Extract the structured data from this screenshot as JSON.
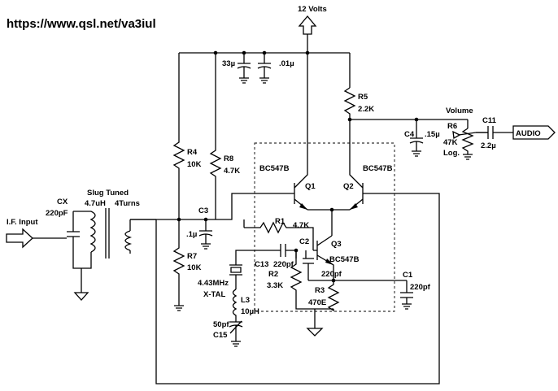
{
  "header": {
    "url": "https://www.qsl.net/va3iul"
  },
  "supply": {
    "label": "12 Volts"
  },
  "input": {
    "label": "I.F. Input"
  },
  "output": {
    "label": "AUDIO"
  },
  "transformer": {
    "ref": "CX",
    "value": "220pF",
    "note1": "Slug Tuned",
    "note2": "4.7uH",
    "note3": "4Turns"
  },
  "components": {
    "c_bulk": "33µ",
    "c_dec": ".01µ",
    "r5": {
      "ref": "R5",
      "value": "2.2K"
    },
    "volume": {
      "title": "Volume",
      "ref": "R6",
      "value": "47K",
      "taper": "Log."
    },
    "c4": {
      "ref": "C4",
      "value": ".15µ"
    },
    "c11": {
      "ref": "C11",
      "value": "2.2µ"
    },
    "r4": {
      "ref": "R4",
      "value": "10K"
    },
    "r8": {
      "ref": "R8",
      "value": "4.7K"
    },
    "r7": {
      "ref": "R7",
      "value": "10K"
    },
    "c3": {
      "ref": "C3",
      "value": ".1µ"
    },
    "q1": {
      "type": "BC547B",
      "ref": "Q1"
    },
    "q2": {
      "type": "BC547B",
      "ref": "Q2"
    },
    "q3": {
      "type": "BC547B",
      "ref": "Q3"
    },
    "r1": {
      "ref": "R1",
      "value": "4.7K"
    },
    "c2": {
      "ref": "C2",
      "value": "220pf"
    },
    "c13": {
      "ref": "C13",
      "value": "220pf"
    },
    "r2": {
      "ref": "R2",
      "value": "3.3K"
    },
    "r3": {
      "ref": "R3",
      "value": "470E"
    },
    "c1": {
      "ref": "C1",
      "value": "220pf"
    },
    "xtal": {
      "freq": "4.43MHz",
      "name": "X-TAL"
    },
    "l3": {
      "ref": "L3",
      "value": "10µH"
    },
    "c15": {
      "ref": "C15",
      "value": "50pf"
    }
  }
}
